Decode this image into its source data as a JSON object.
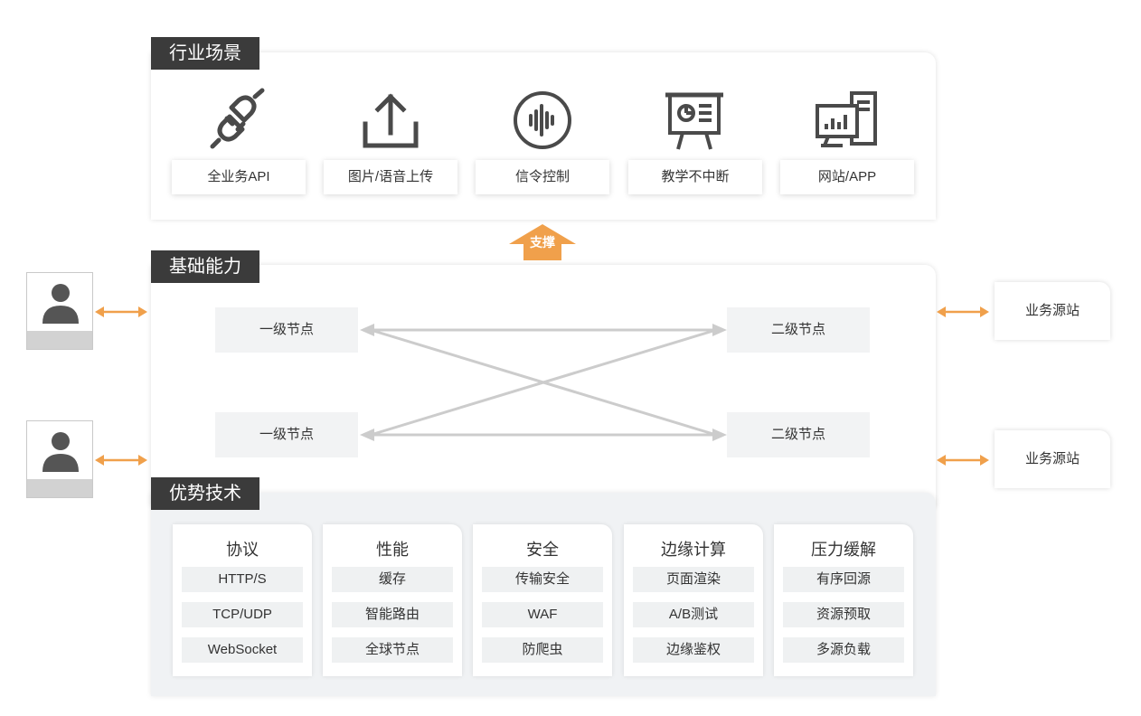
{
  "sections": {
    "industry": "行业场景",
    "base": "基础能力",
    "advantage": "优势技术"
  },
  "scenes": [
    {
      "label": "全业务API",
      "icon": "plug-icon"
    },
    {
      "label": "图片/语音上传",
      "icon": "upload-icon"
    },
    {
      "label": "信令控制",
      "icon": "soundwave-icon"
    },
    {
      "label": "教学不中断",
      "icon": "presentation-board-icon"
    },
    {
      "label": "网站/APP",
      "icon": "computer-chart-icon"
    }
  ],
  "support_label": "支撑",
  "nodes": {
    "level1": [
      "一级节点",
      "一级节点"
    ],
    "level2": [
      "二级节点",
      "二级节点"
    ]
  },
  "origins": [
    "业务源站",
    "业务源站"
  ],
  "icons": {
    "user": "user-icon",
    "arrow": "double-arrow-icon"
  },
  "colors": {
    "accent": "#f0a04b",
    "tag": "#3b3b3b",
    "line": "#cccccc"
  },
  "techs": [
    {
      "title": "协议",
      "items": [
        "HTTP/S",
        "TCP/UDP",
        "WebSocket"
      ]
    },
    {
      "title": "性能",
      "items": [
        "缓存",
        "智能路由",
        "全球节点"
      ]
    },
    {
      "title": "安全",
      "items": [
        "传输安全",
        "WAF",
        "防爬虫"
      ]
    },
    {
      "title": "边缘计算",
      "items": [
        "页面渲染",
        "A/B测试",
        "边缘鉴权"
      ]
    },
    {
      "title": "压力缓解",
      "items": [
        "有序回源",
        "资源预取",
        "多源负载"
      ]
    }
  ]
}
